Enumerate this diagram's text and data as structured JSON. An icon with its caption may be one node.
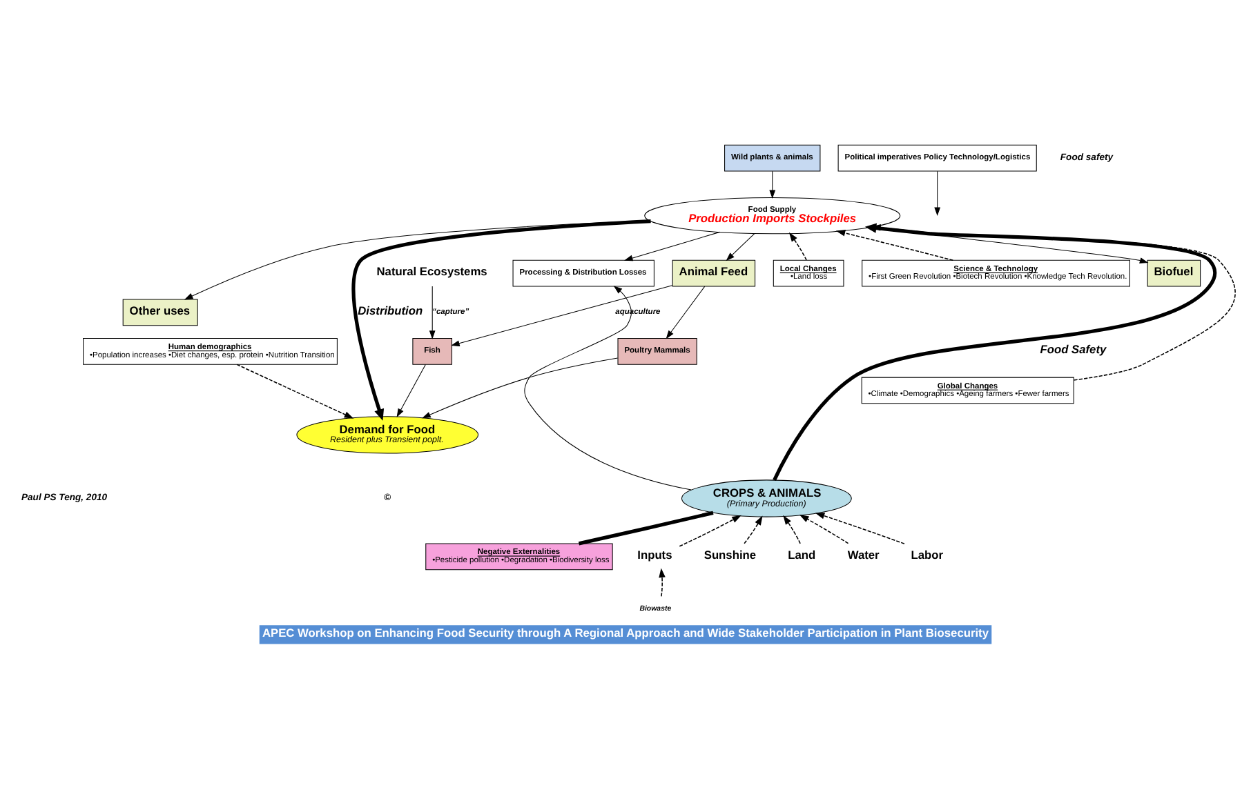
{
  "diagram": {
    "caption": "APEC Workshop on Enhancing Food Security through A Regional Approach and Wide Stakeholder Participation in Plant Biosecurity",
    "nodes": [
      {
        "text": [
          "Wild plants & animals"
        ]
      },
      {
        "text": [
          "Biofuel"
        ]
      },
      {
        "text": [
          "Other uses"
        ]
      },
      {
        "text": [
          "Animal Feed"
        ]
      },
      {
        "text": [
          "Fish"
        ]
      },
      {
        "text": [
          "Natural Ecosystems"
        ]
      },
      {
        "text": [
          "Poultry Mammals"
        ]
      },
      {
        "text": [
          "Food Supply",
          "Production Imports Stockpiles"
        ]
      },
      {
        "text": [
          "Political imperatives Policy Technology/Logistics"
        ]
      },
      {
        "text": [
          "Human demographics",
          "•Population increases •Diet changes, esp. protein •Nutrition Transition"
        ]
      },
      {
        "text": [
          "Demand for Food",
          "Resident plus Transient poplt."
        ]
      },
      {
        "text": [
          "Processing & Distribution Losses"
        ]
      },
      {
        "text": [
          "Global Changes",
          "•Climate •Demographics •Ageing farmers •Fewer farmers"
        ]
      },
      {
        "text": [
          "Local Changes",
          "•Land loss"
        ]
      },
      {
        "text": [
          "Negative Externalities",
          "•Pesticide pollution •Degradation •Biodiversity loss"
        ]
      },
      {
        "text": [
          "CROPS & ANIMALS",
          "(Primary Production)"
        ]
      },
      {
        "text": [
          "Science & Technology",
          "•First Green Revolution •Biotech Revolution •Knowledge Tech Revolution."
        ]
      },
      {
        "text": [
          "Inputs"
        ]
      },
      {
        "text": [
          "Biowaste"
        ]
      },
      {
        "text": [
          "Sunshine"
        ]
      },
      {
        "text": [
          "Land"
        ]
      },
      {
        "text": [
          "Water"
        ]
      },
      {
        "text": [
          "Labor"
        ]
      }
    ],
    "edges": [
      {
        "from": 0,
        "to": 7,
        "arrow": "to"
      },
      {
        "from": 7,
        "to": 1,
        "arrow": "to"
      },
      {
        "from": 7,
        "to": 2,
        "arrow": "to"
      },
      {
        "from": 7,
        "to": 3,
        "arrow": "to"
      },
      {
        "from": 3,
        "to": 4,
        "arrow": "to",
        "label": "aquaculture"
      },
      {
        "from": 5,
        "to": 4,
        "arrow": "to",
        "label": "“capture”"
      },
      {
        "from": 3,
        "to": 6,
        "arrow": "to"
      },
      {
        "from": 6,
        "to": 10,
        "arrow": "to"
      },
      {
        "from": 4,
        "to": 10,
        "arrow": "to"
      },
      {
        "from": 9,
        "to": 10,
        "arrow": "to",
        "style": "dashed"
      },
      {
        "from": 7,
        "to": 10,
        "arrow": "to",
        "label": "Distribution",
        "style": "thick"
      },
      {
        "from": 8,
        "to": null,
        "arrow": "to"
      },
      {
        "from": 7,
        "to": 11,
        "arrow": "to"
      },
      {
        "from": 15,
        "to": 7,
        "arrow": "to",
        "label": "Food Safety",
        "style": "thick"
      },
      {
        "from": 15,
        "to": 11,
        "arrow": "to"
      },
      {
        "from": 15,
        "to": 14,
        "arrow": "none",
        "style": "thick"
      },
      {
        "from": 12,
        "to": 7,
        "arrow": "to",
        "style": "dashed"
      },
      {
        "from": 13,
        "to": 7,
        "arrow": "to",
        "style": "dashed"
      },
      {
        "from": 16,
        "to": 7,
        "arrow": "to",
        "style": "dashed"
      },
      {
        "from": 17,
        "to": 15,
        "arrow": "to",
        "style": "dashed"
      },
      {
        "from": 18,
        "to": 17,
        "arrow": "to",
        "style": "dashed"
      },
      {
        "from": 19,
        "to": 15,
        "arrow": "to",
        "style": "dashed"
      },
      {
        "from": 20,
        "to": 15,
        "arrow": "to",
        "style": "dashed"
      },
      {
        "from": 21,
        "to": 15,
        "arrow": "to",
        "style": "dashed"
      },
      {
        "from": 22,
        "to": 15,
        "arrow": "to",
        "style": "dashed"
      }
    ],
    "labels": [
      "Food safety",
      "Paul PS Teng, 2010",
      "©"
    ]
  }
}
